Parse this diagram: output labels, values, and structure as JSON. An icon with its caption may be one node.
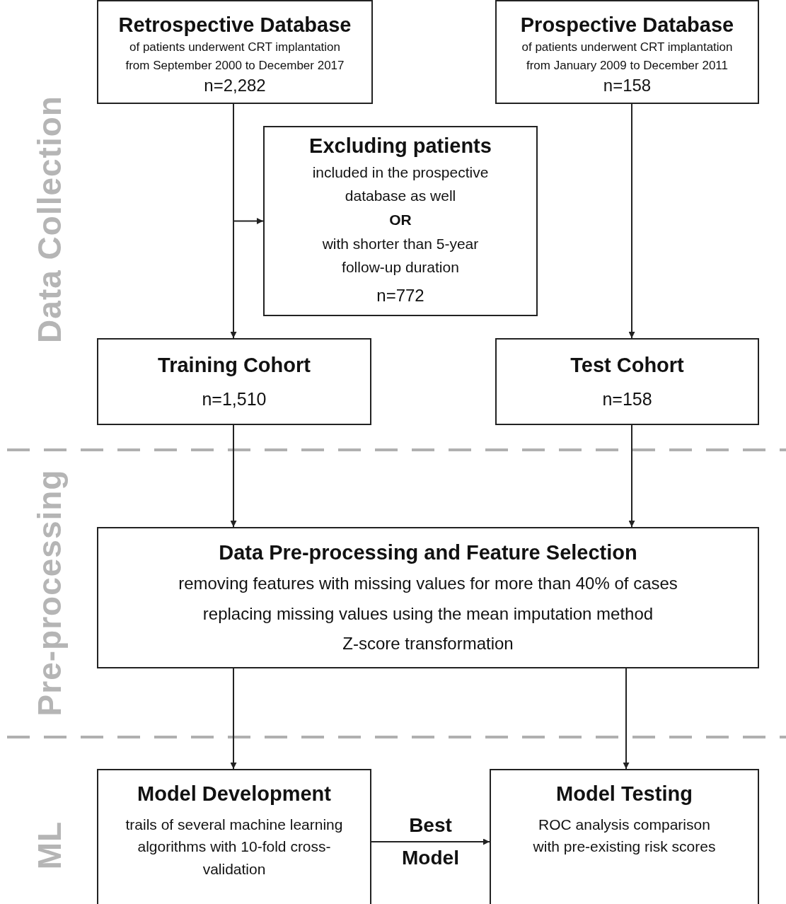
{
  "diagram": {
    "nodes": [
      {
        "text": [
          "Retrospective Database",
          "of patients underwent CRT implantation from September 2000 to December 2017",
          "n=2,282"
        ]
      },
      {
        "text": [
          "Prospective Database",
          "of patients underwent CRT implantation from January 2009 to December 2011",
          "n=158"
        ]
      },
      {
        "text": [
          "Excluding patients",
          "included in the prospective database as well",
          "OR",
          "with shorter than 5-year follow-up duration",
          "n=772"
        ]
      },
      {
        "text": [
          "Training Cohort",
          "n=1,510"
        ]
      },
      {
        "text": [
          "Test Cohort",
          "n=158"
        ]
      },
      {
        "text": [
          "Data Pre-processing and Feature Selection",
          "removing features with missing values for more than 40% of cases",
          "replacing missing values using the mean imputation method",
          "Z-score transformation"
        ]
      },
      {
        "text": [
          "Model Development",
          "trails of several machine learning algorithms with 10-fold cross-validation"
        ]
      },
      {
        "text": [
          "Model Testing",
          "ROC analysis comparison with pre-existing risk scores"
        ]
      }
    ],
    "edges": [
      {
        "from": 0,
        "to": 3,
        "arrow": "to"
      },
      {
        "from": 0,
        "to": 2,
        "arrow": "to"
      },
      {
        "from": 1,
        "to": 4,
        "arrow": "to"
      },
      {
        "from": 3,
        "to": 5,
        "arrow": "to"
      },
      {
        "from": 4,
        "to": 5,
        "arrow": "to"
      },
      {
        "from": 5,
        "to": 6,
        "arrow": "to"
      },
      {
        "from": 5,
        "to": 7,
        "arrow": "to"
      },
      {
        "from": 6,
        "to": 7,
        "arrow": "to",
        "label": "Best Model"
      }
    ],
    "labels": [
      "Data Collection",
      "Pre-processing",
      "ML"
    ]
  }
}
